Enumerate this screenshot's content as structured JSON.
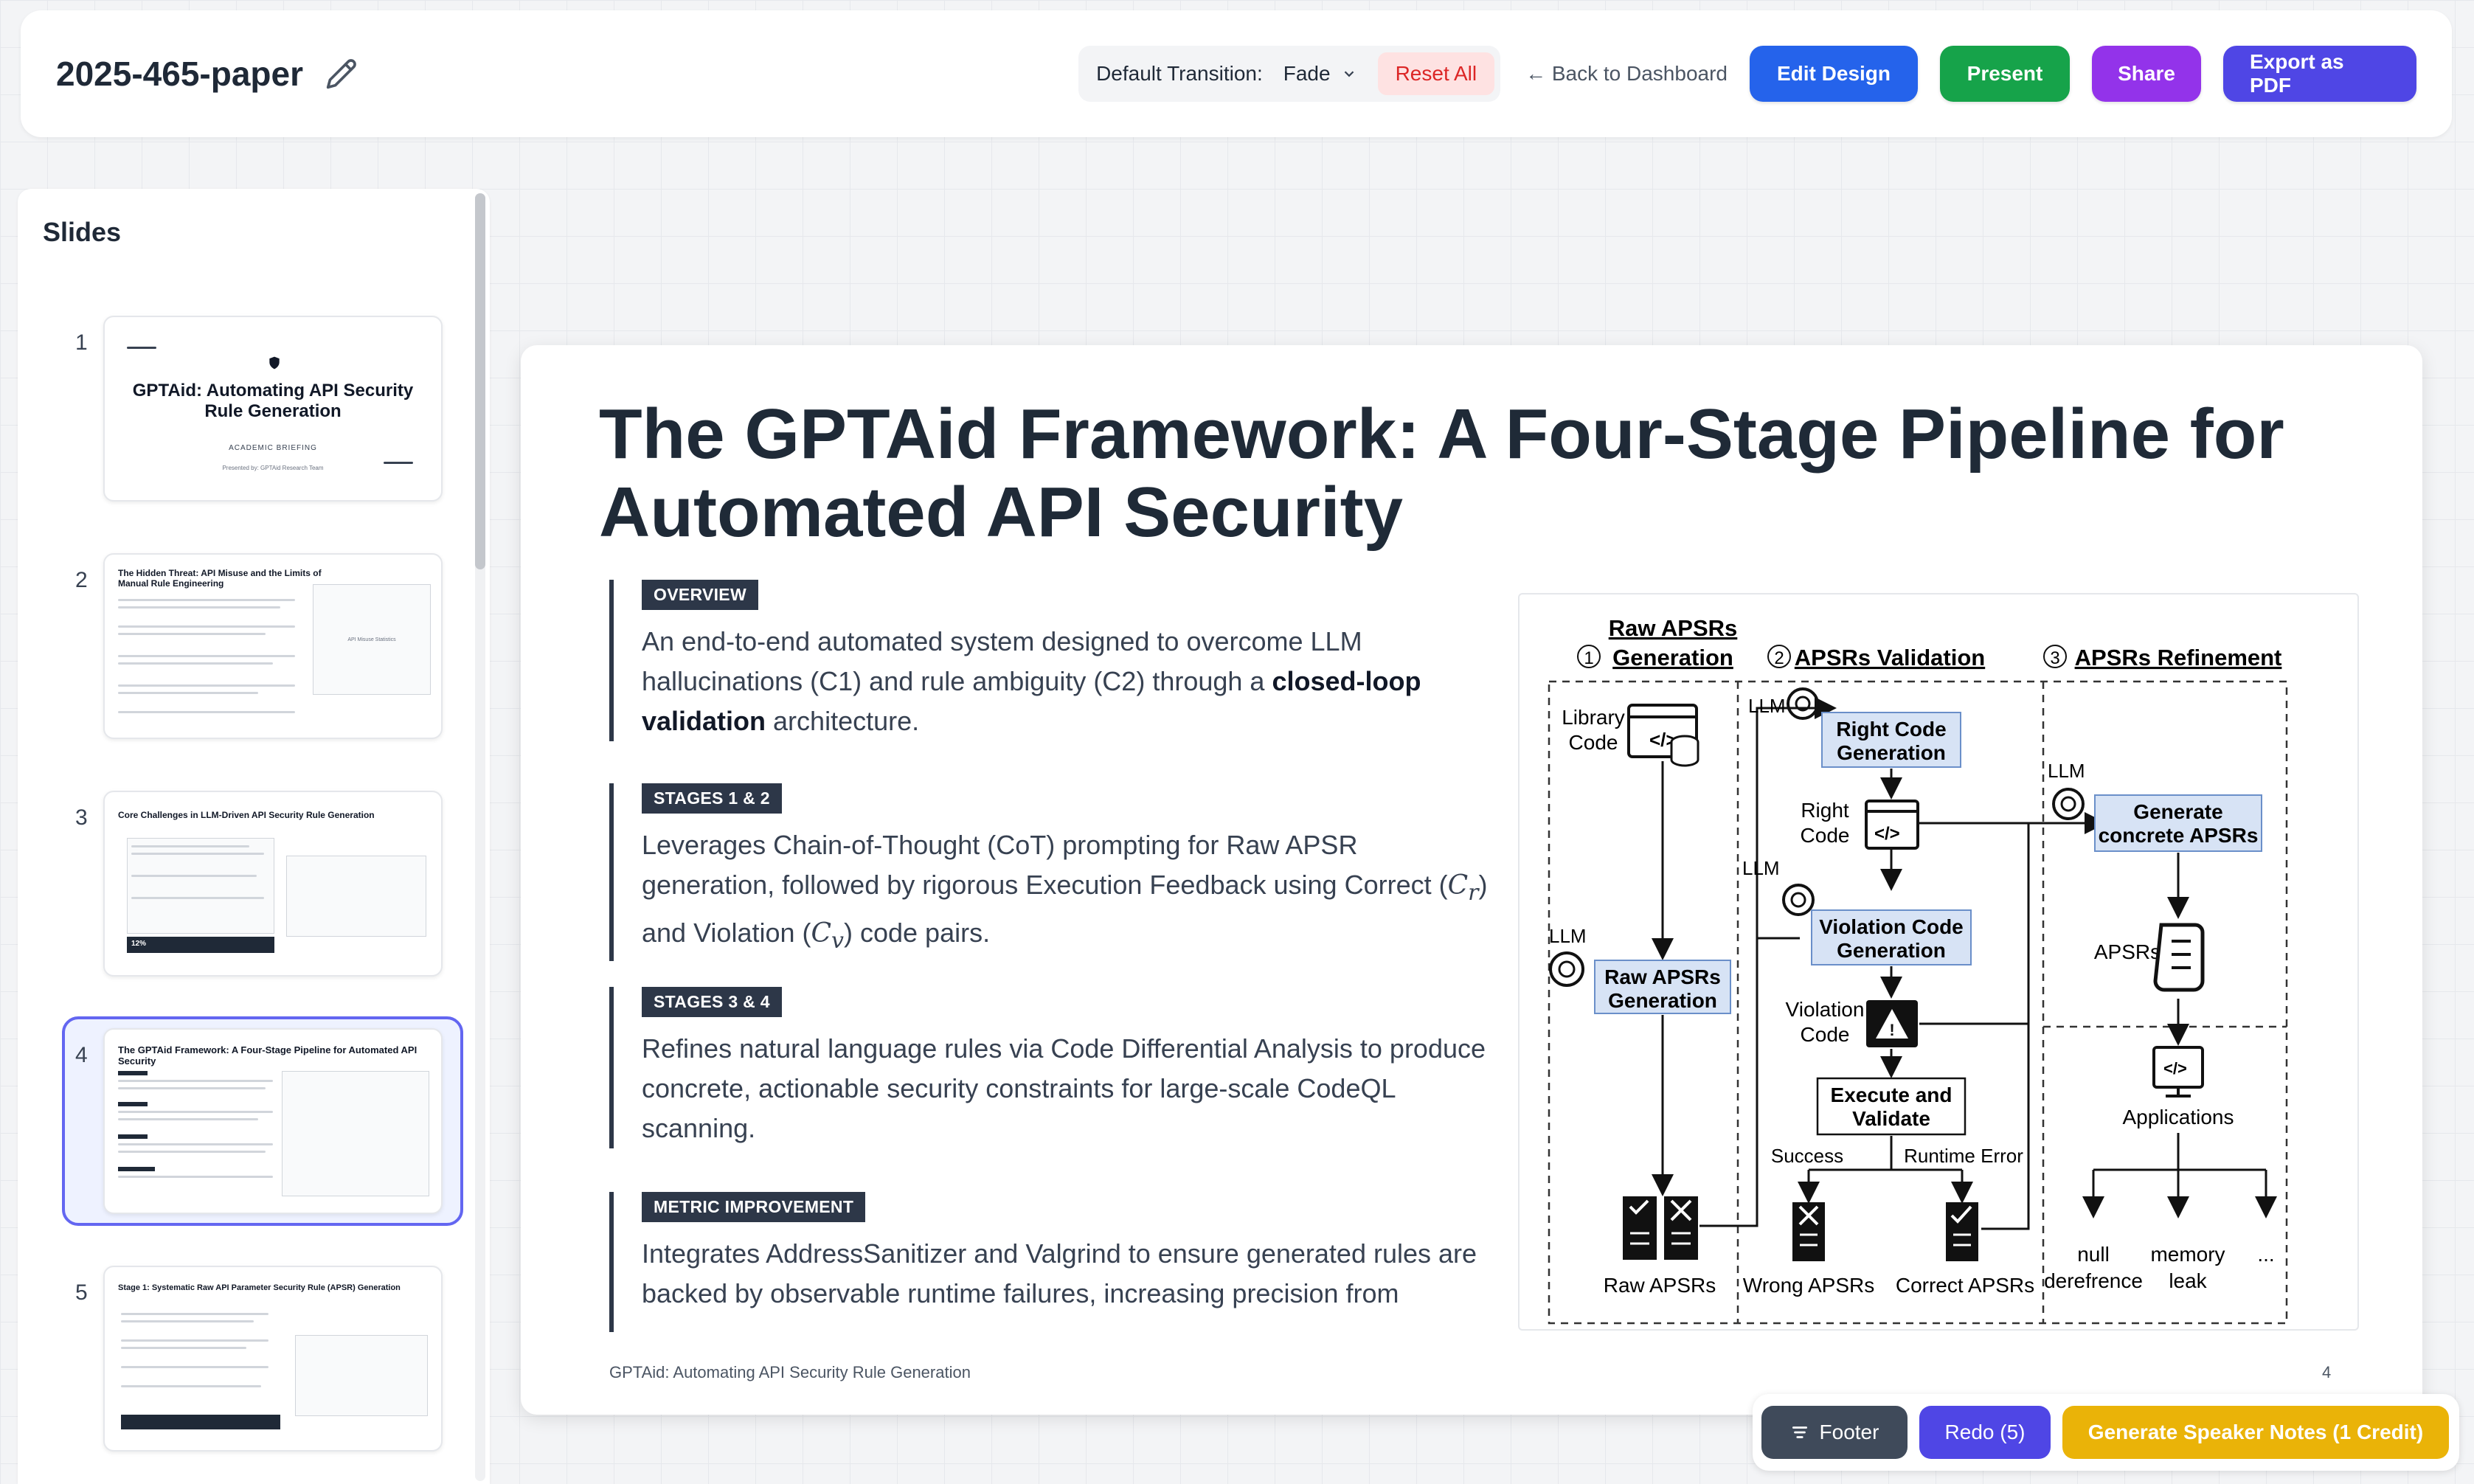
{
  "header": {
    "doc_title": "2025-465-paper",
    "transition_label": "Default Transition:",
    "transition_value": "Fade",
    "reset_label": "Reset All",
    "back_label": "← Back to Dashboard",
    "edit_label": "Edit Design",
    "present_label": "Present",
    "share_label": "Share",
    "export_label": "Export as PDF"
  },
  "sidebar": {
    "title": "Slides",
    "slides": [
      {
        "num": "1",
        "title": "GPTAid: Automating API Security Rule Generation",
        "sub": "ACADEMIC BRIEFING",
        "presenter": "Presented by: GPTAid Research Team"
      },
      {
        "num": "2",
        "title": "The Hidden Threat: API Misuse and the Limits of Manual Rule Engineering",
        "side": "API Misuse Statistics"
      },
      {
        "num": "3",
        "title": "Core Challenges in LLM-Driven API Security Rule Generation",
        "stat": "12%"
      },
      {
        "num": "4",
        "title": "The GPTAid Framework: A Four-Stage Pipeline for Automated API Security"
      },
      {
        "num": "5",
        "title": "Stage 1: Systematic Raw API Parameter Security Rule (APSR) Generation"
      }
    ]
  },
  "slide": {
    "title": "The GPTAid Framework: A Four-Stage Pipeline for Automated API Security",
    "sections": [
      {
        "tag": "OVERVIEW",
        "t1": "An end-to-end automated system designed to overcome LLM hallucinations (C1) and rule ambiguity (C2) through a ",
        "bold": "closed-loop validation",
        "t2": " architecture."
      },
      {
        "tag": "STAGES 1 & 2",
        "t1": "Leverages Chain-of-Thought (CoT) prompting for Raw APSR generation, followed by rigorous Execution Feedback using Correct (",
        "m1": "C",
        "s1": "r",
        "t2": ") and Violation (",
        "m2": "C",
        "s2": "v",
        "t3": ") code pairs."
      },
      {
        "tag": "STAGES 3 & 4",
        "t1": "Refines natural language rules via Code Differential Analysis to produce concrete, actionable security constraints for large-scale CodeQL scanning."
      },
      {
        "tag": "METRIC IMPROVEMENT",
        "t1": "Integrates AddressSanitizer and Valgrind to ensure generated rules are backed by observable runtime failures, increasing precision from"
      }
    ],
    "footer": "GPTAid: Automating API Security Rule Generation",
    "page": "4"
  },
  "figure": {
    "h1a": "Raw APSRs",
    "h1b": "Generation",
    "n1": "1",
    "n2": "2",
    "n3": "3",
    "h2": "APSRs Validation",
    "h3": "APSRs Refinement",
    "library_code_1": "Library",
    "library_code_2": "Code",
    "llm": "LLM",
    "right_gen_1": "Right Code",
    "right_gen_2": "Generation",
    "right_code_1": "Right",
    "right_code_2": "Code",
    "viol_gen_1": "Violation Code",
    "viol_gen_2": "Generation",
    "viol_code_1": "Violation",
    "viol_code_2": "Code",
    "raw_gen_1": "Raw APSRs",
    "raw_gen_2": "Generation",
    "exec_1": "Execute and",
    "exec_2": "Validate",
    "success": "Success",
    "runtime_error": "Runtime Error",
    "raw_apsrs": "Raw APSRs",
    "wrong_apsrs": "Wrong APSRs",
    "correct_apsrs": "Correct APSRs",
    "concrete_1": "Generate",
    "concrete_2": "concrete APSRs",
    "apsrs": "APSRs",
    "applications": "Applications",
    "null_1": "null",
    "null_2": "derefrence",
    "mem_1": "memory",
    "mem_2": "leak",
    "dots": "..."
  },
  "toolbar": {
    "footer_label": "Footer",
    "redo_label": "Redo (5)",
    "notes_label": "Generate Speaker Notes (1 Credit)"
  }
}
